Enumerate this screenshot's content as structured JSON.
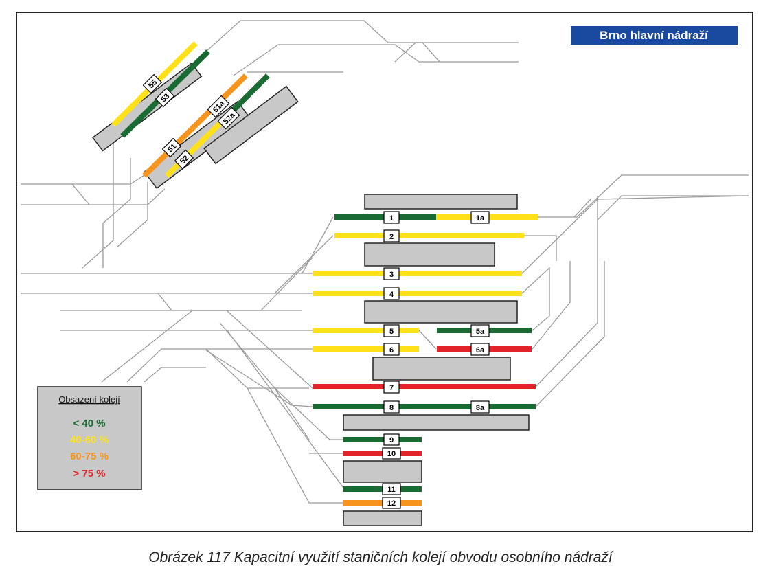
{
  "title": "Brno hlavní nádraží",
  "legend": {
    "title": "Obsazení kolejí",
    "items": [
      {
        "label": "< 40 %",
        "color": "#1a6b33"
      },
      {
        "label": "40-60 %",
        "color": "#ffe11a"
      },
      {
        "label": "60-75 %",
        "color": "#f7941d"
      },
      {
        "label": "> 75 %",
        "color": "#e3232a"
      }
    ]
  },
  "tracks": {
    "t1": "1",
    "t1a": "1a",
    "t2": "2",
    "t3": "3",
    "t4": "4",
    "t5": "5",
    "t5a": "5a",
    "t6": "6",
    "t6a": "6a",
    "t7": "7",
    "t8": "8",
    "t8a": "8a",
    "t9": "9",
    "t10": "10",
    "t11": "11",
    "t12": "12",
    "t51": "51",
    "t51a": "51a",
    "t52": "52",
    "t52a": "52a",
    "t53": "53",
    "t55": "55"
  },
  "caption": "Obrázek 117 Kapacitní využití staničních kolejí obvodu osobního nádraží"
}
